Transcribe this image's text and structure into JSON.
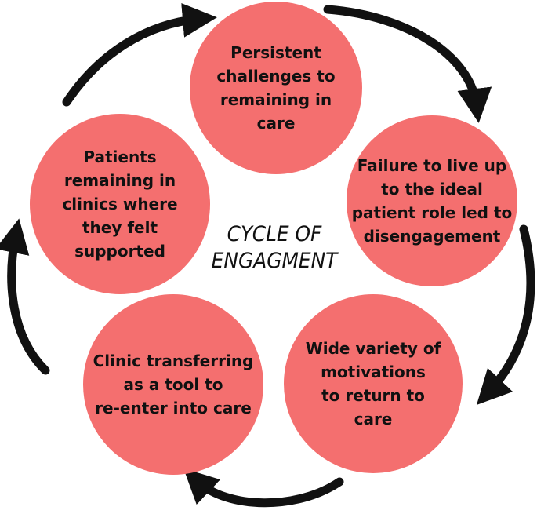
{
  "diagram": {
    "title": "CYCLE OF\nENGAGMENT",
    "node_color": "#f46f6f",
    "arrow_color": "#111111",
    "text_color": "#111111",
    "nodes": [
      {
        "id": "persistent-challenges",
        "label": "Persistent\nchallenges to\nremaining in\ncare"
      },
      {
        "id": "failure-to-live-up",
        "label": "Failure to live up\nto the ideal\npatient role led to\ndisengagement"
      },
      {
        "id": "wide-variety-motivations",
        "label": "Wide variety of\nmotivations\nto return to\ncare"
      },
      {
        "id": "clinic-transferring",
        "label": "Clinic transferring\nas a tool to\nre-enter into care"
      },
      {
        "id": "patients-remaining",
        "label": "Patients\nremaining in\nclinics where\nthey felt\nsupported"
      }
    ]
  }
}
